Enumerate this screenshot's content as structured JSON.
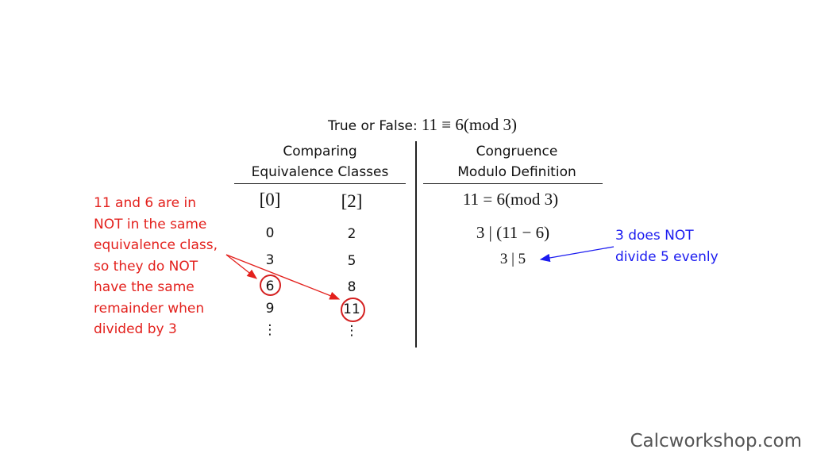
{
  "title": {
    "prefix": "True or False:",
    "equation": "11 ≡ 6(mod 3)"
  },
  "left_column": {
    "heading_line1": "Comparing",
    "heading_line2": "Equivalence Classes",
    "class_a": {
      "label": "[0]",
      "values": [
        "0",
        "3",
        "6",
        "9",
        "⋮"
      ]
    },
    "class_b": {
      "label": "[2]",
      "values": [
        "2",
        "5",
        "8",
        "11",
        "⋮"
      ]
    }
  },
  "right_column": {
    "heading_line1": "Congruence",
    "heading_line2": "Modulo Definition",
    "steps": [
      "11 = 6(mod 3)",
      "3 | (11 − 6)",
      "3 | 5"
    ]
  },
  "red_note": [
    "11 and 6 are in",
    "NOT in the same",
    "equivalence class,",
    "so they do NOT",
    "have the same",
    "remainder when",
    "divided by 3"
  ],
  "blue_note": [
    "3 does NOT",
    "divide 5 evenly"
  ],
  "footer": "Calcworkshop.com",
  "colors": {
    "red": "#e3201c",
    "blue": "#1b1bf0"
  }
}
